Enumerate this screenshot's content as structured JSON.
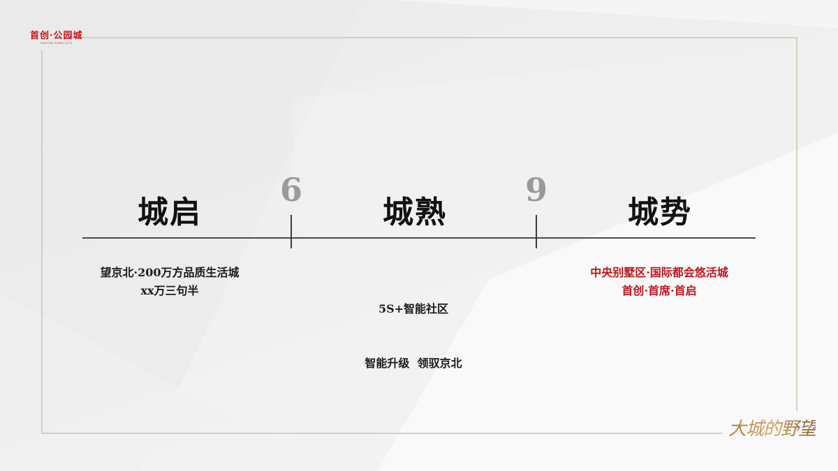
{
  "brand": {
    "logo_cn": "首创·公园城",
    "logo_en": "CAPITAL PARK CITY",
    "signature": "大城的野望",
    "accent_red": "#c0141c",
    "gold": "#b07a3e"
  },
  "timeline": {
    "markers": [
      {
        "label": "6"
      },
      {
        "label": "9"
      }
    ],
    "stages": [
      {
        "title": "城启",
        "lines": [
          "望京北·200万方品质生活城",
          "xx万三句半"
        ],
        "color": "#1a1a1a"
      },
      {
        "title": "城熟",
        "lines": [
          "5S+智能社区",
          "智能升级  领驭京北"
        ],
        "color": "#1a1a1a"
      },
      {
        "title": "城势",
        "lines": [
          "中央别墅区·国际都会悠活城",
          "首创·首席·首启"
        ],
        "color": "#c0141c"
      }
    ]
  }
}
